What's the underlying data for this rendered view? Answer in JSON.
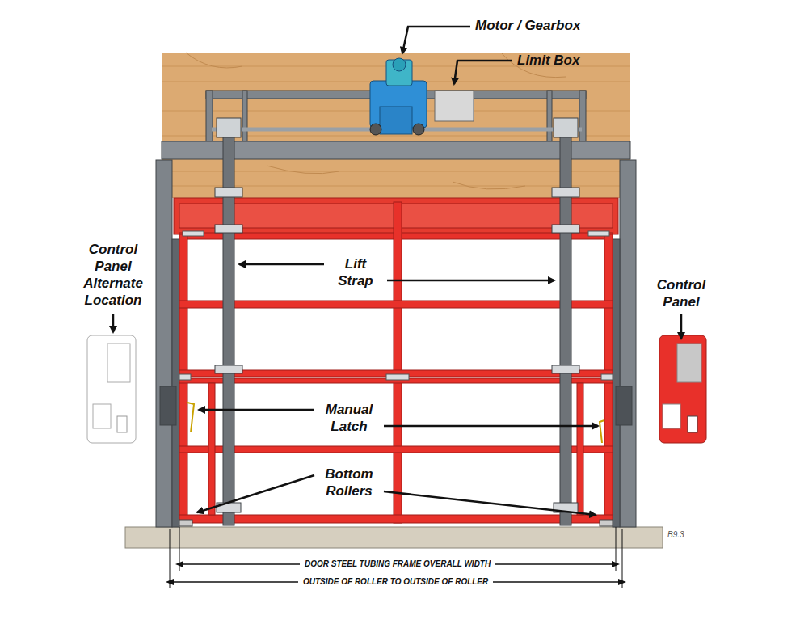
{
  "diagram": {
    "labels": [
      "Motor / Gearbox",
      "Limit Box",
      "Control Panel Alternate Location",
      "Control Panel",
      "Lift Strap",
      "Manual Latch",
      "Bottom Rollers",
      "DOOR STEEL TUBING FRAME OVERALL WIDTH",
      "OUTSIDE OF ROLLER TO OUTSIDE OF ROLLER",
      "B9.3"
    ]
  }
}
